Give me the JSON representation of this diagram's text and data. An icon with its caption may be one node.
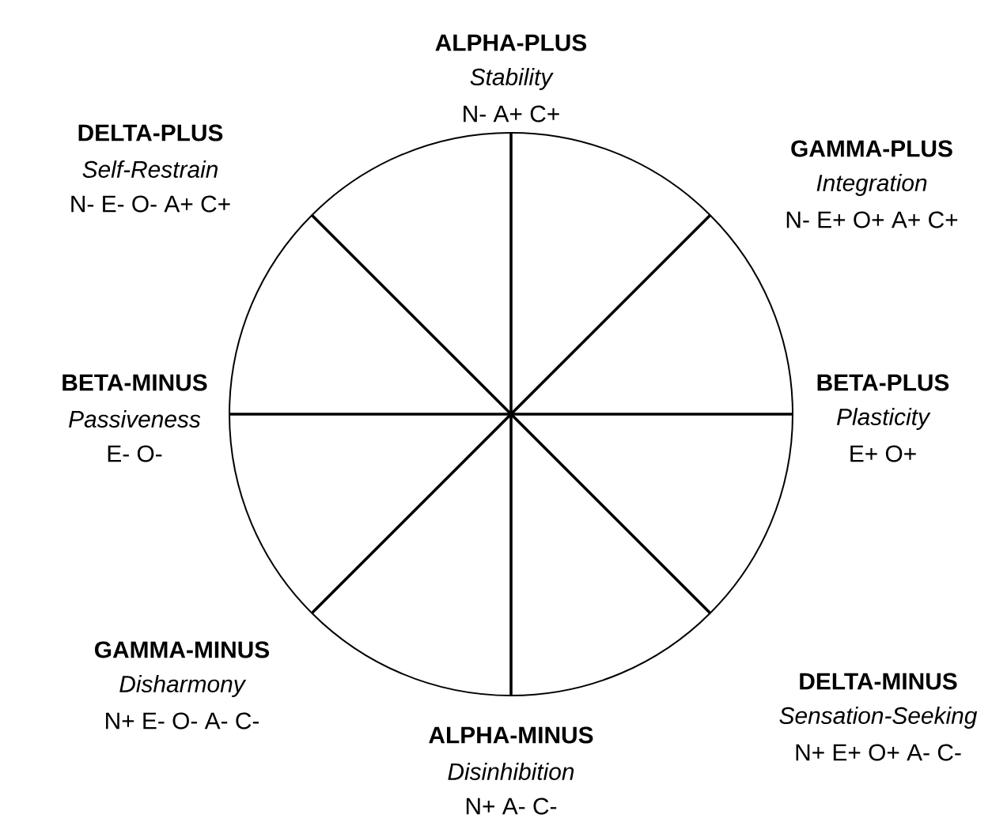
{
  "diagram": {
    "labels": [
      "ALPHA-PLUS",
      "Stability",
      "N- A+ C+",
      "DELTA-PLUS",
      "Self-Restrain",
      "N- E- O- A+ C+",
      "GAMMA-PLUS",
      "Integration",
      "N- E+ O+ A+ C+",
      "BETA-MINUS",
      "Passiveness",
      "E- O-",
      "BETA-PLUS",
      "Plasticity",
      "E+ O+",
      "GAMMA-MINUS",
      "Disharmony",
      "N+ E- O- A- C-",
      "DELTA-MINUS",
      "Sensation-Seeking",
      "N+ E+ O+ A- C-",
      "ALPHA-MINUS",
      "Disinhibition",
      "N+ A- C-"
    ]
  }
}
